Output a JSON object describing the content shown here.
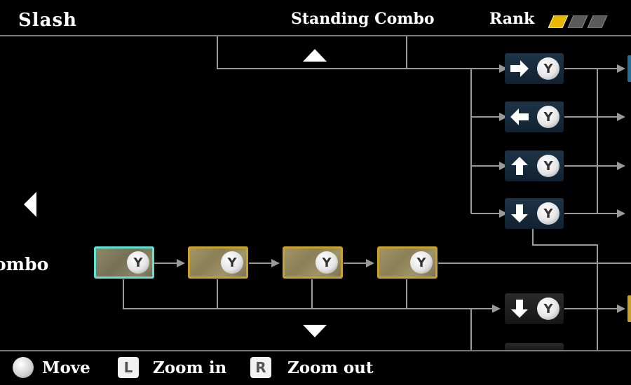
{
  "header": {
    "title": "Slash",
    "section": "Standing Combo",
    "rank_label": "Rank",
    "rank": {
      "filled": 1,
      "total": 3,
      "filled_color": "#e8b700",
      "empty_color": "#5a5a5a"
    }
  },
  "combo_label": "ombo",
  "combo_chain": [
    {
      "button": "Y",
      "selected": true
    },
    {
      "button": "Y",
      "selected": false
    },
    {
      "button": "Y",
      "selected": false
    },
    {
      "button": "Y",
      "selected": false
    }
  ],
  "branches": [
    {
      "direction": "right",
      "icon": "arrow-right-icon",
      "button": "Y"
    },
    {
      "direction": "left",
      "icon": "arrow-left-icon",
      "button": "Y"
    },
    {
      "direction": "up",
      "icon": "arrow-up-icon",
      "button": "Y"
    },
    {
      "direction": "down",
      "icon": "arrow-down-icon",
      "button": "Y"
    },
    {
      "direction": "down",
      "icon": "arrow-down-icon",
      "button": "Y"
    }
  ],
  "footer": {
    "move_icon": "analog-stick-icon",
    "move_label": "Move",
    "zoom_in_key": "L",
    "zoom_in_label": "Zoom in",
    "zoom_out_key": "R",
    "zoom_out_label": "Zoom out"
  },
  "colors": {
    "accent_gold": "#c9a22c",
    "selected_cyan": "#5fe3d4",
    "command_blue": "#1d3447",
    "wire": "#9a9a9a"
  }
}
